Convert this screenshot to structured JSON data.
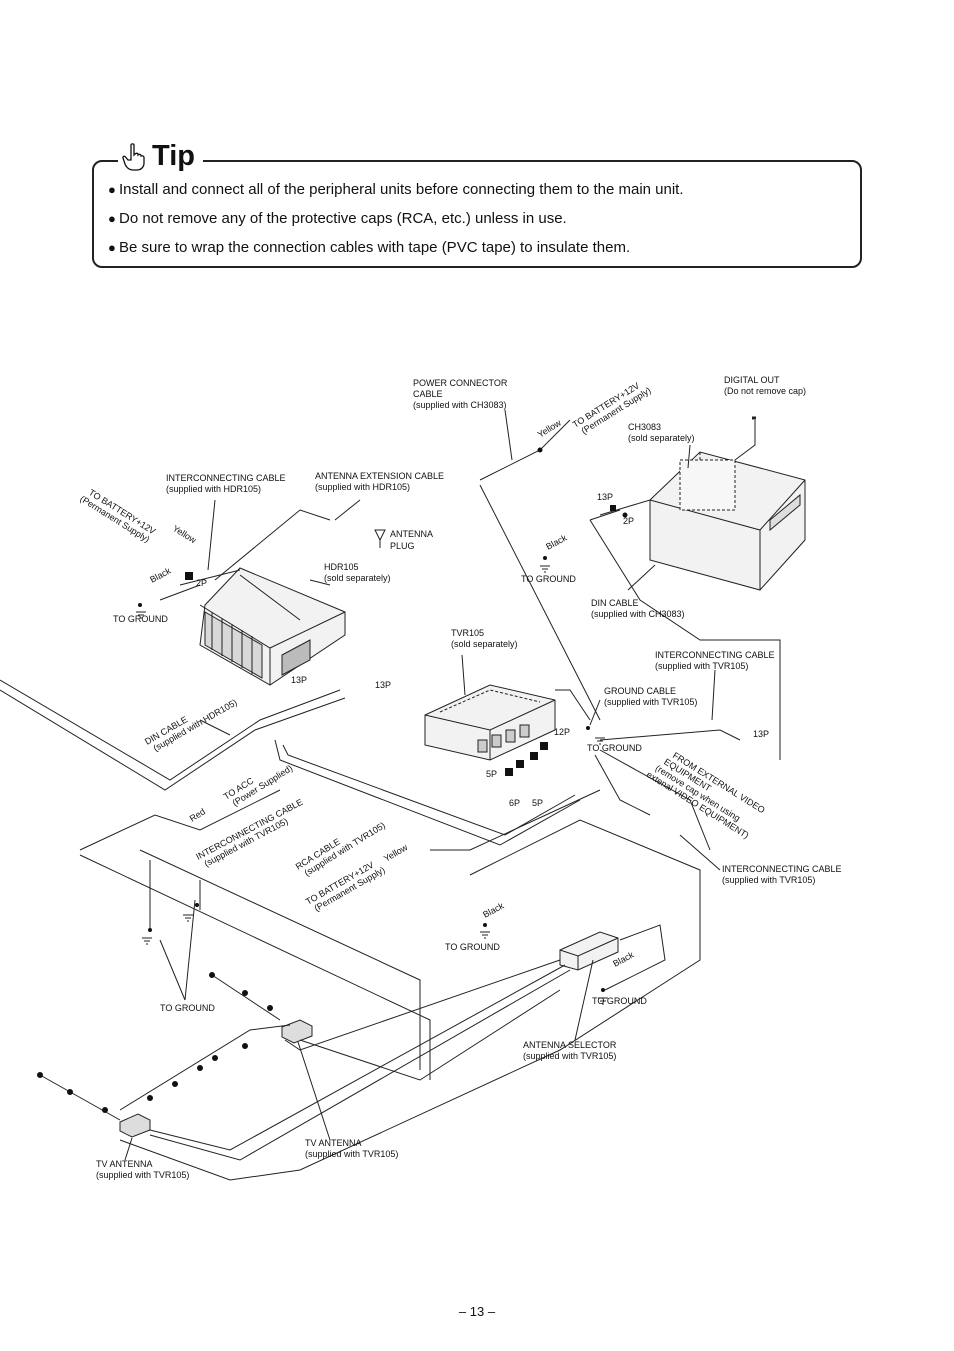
{
  "tip": {
    "title": "Tip",
    "items": [
      "Install and connect all of the peripheral units before connecting them to the main unit.",
      "Do not remove any of the protective caps (RCA, etc.) unless in use.",
      "Be sure to wrap the connection cables with tape (PVC tape) to insulate them."
    ]
  },
  "diagram": {
    "labels": {
      "power_cable": [
        "POWER CONNECTOR",
        "CABLE",
        "(supplied with CH3083)"
      ],
      "to_battery_top": [
        "TO BATTERY+12V",
        "(Permanent Supply)"
      ],
      "yellow": "Yellow",
      "black": "Black",
      "red": "Red",
      "digital_out": [
        "DIGITAL OUT",
        "(Do not remove cap)"
      ],
      "ch3083": [
        "CH3083",
        "(sold separately)"
      ],
      "p13": "13P",
      "p2": "2P",
      "p12": "12P",
      "p5": "5P",
      "p6": "6P",
      "to_ground": "TO GROUND",
      "interconnect_hdr": [
        "INTERCONNECTING CABLE",
        "(supplied with HDR105)"
      ],
      "antenna_ext": [
        "ANTENNA EXTENSION CABLE",
        "(supplied with HDR105)"
      ],
      "to_battery_left": [
        "TO BATTERY+12V",
        "(Permanent Supply)"
      ],
      "antenna_plug": [
        "ANTENNA",
        "PLUG"
      ],
      "hdr105": [
        "HDR105",
        "(sold separately)"
      ],
      "din_ch3083": [
        "DIN CABLE",
        "(supplied with CH3083)"
      ],
      "tvr105": [
        "TVR105",
        "(sold separately)"
      ],
      "interconnect_tvr_right": [
        "INTERCONNECTING CABLE",
        "(supplied with TVR105)"
      ],
      "ground_cable": [
        "GROUND CABLE",
        "(supplied with TVR105)"
      ],
      "din_hdr105": [
        "DIN CABLE",
        "(supplied with HDR105)"
      ],
      "from_ext_video": [
        "FROM EXTERNAL VIDEO",
        "EQUIPMENT",
        "(remove cap when using",
        "extenal VIDEO EQUIPMENT)"
      ],
      "to_acc": [
        "TO ACC",
        "(Power Supplied)"
      ],
      "interconnect_tvr_mid": [
        "INTERCONNECTING  CABLE",
        "(supplied with TVR105)"
      ],
      "rca_cable": [
        "RCA CABLE",
        "(supplied with TVR105)"
      ],
      "to_battery_mid": [
        "TO BATTERY+12V",
        "(Permanent Supply)"
      ],
      "interconnect_tvr_lower": [
        "INTERCONNECTING CABLE",
        "(supplied with TVR105)"
      ],
      "antenna_selector": [
        "ANTENNA SELECTOR",
        "(supplied with TVR105)"
      ],
      "tv_antenna": [
        "TV ANTENNA",
        "(supplied with TVR105)"
      ]
    }
  },
  "footer": {
    "page": "– 13 –"
  }
}
